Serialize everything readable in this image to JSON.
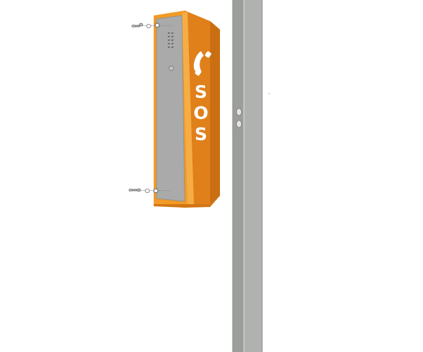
{
  "sos_box": {
    "label_letters": [
      "S",
      "O",
      "S"
    ],
    "icon": "phone-handset-icon",
    "body_color": "#e98a1c",
    "front_color": "#f39a26",
    "panel_color": "#a9aaa9"
  },
  "pole": {
    "color": "#a9aba8",
    "holes": 2
  },
  "fasteners": {
    "top_count": 3,
    "bottom_count": 3
  }
}
